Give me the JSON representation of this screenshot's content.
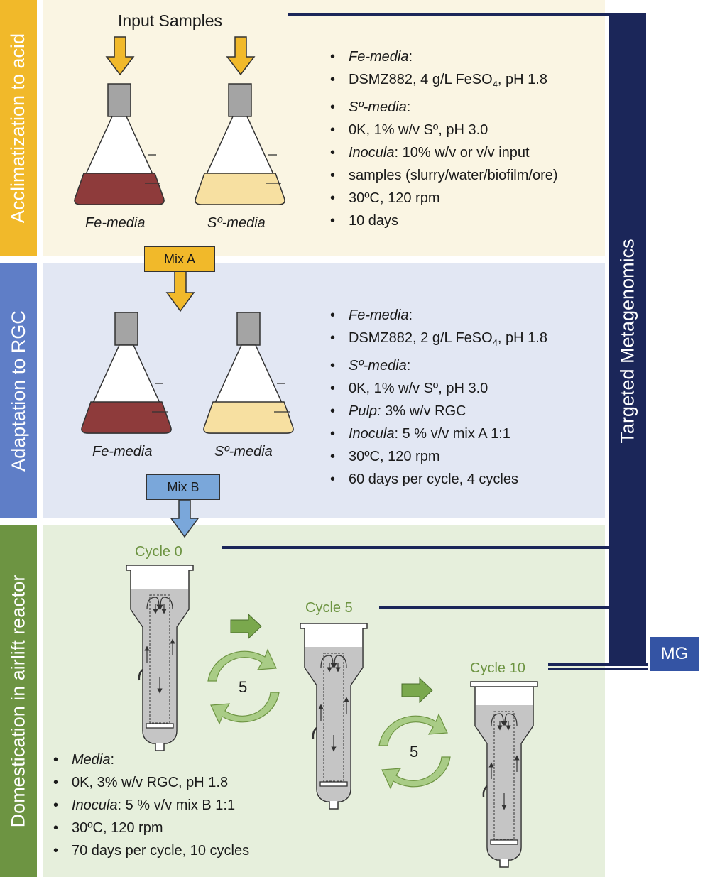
{
  "colors": {
    "acclimatization_bg": "#faf5e3",
    "acclimatization_side": "#f1b92a",
    "adaptation_bg": "#e2e7f3",
    "adaptation_side": "#5f7ec7",
    "domestication_bg": "#e6efdc",
    "domestication_side": "#6d9442",
    "navy": "#1b2659",
    "fe_media": "#8e3b3b",
    "s_media": "#f7e0a1",
    "flask_cap": "#a4a4a4",
    "arrow_yellow": "#f1b92a",
    "arrow_blue": "#7aa7da",
    "arrow_green": "#7aa84d",
    "cycle_text": "#6d9442"
  },
  "sections": {
    "acclimatization": {
      "title": "Acclimatization to acid"
    },
    "adaptation": {
      "title": "Adaptation to RGC"
    },
    "domestication": {
      "title": "Domestication in airlift reactor"
    }
  },
  "input_samples": "Input Samples",
  "acclimatization": {
    "flask_fe_label": "Fe-media",
    "flask_s_label": "Sº-media",
    "bullets": {
      "fe_media_term": "Fe-media",
      "fe_media_colon": ":",
      "fe_media_detail_a": "DSMZ882, 4 g/L FeSO",
      "fe_media_sub": "4",
      "fe_media_detail_b": ", pH 1.8",
      "s_media_term": "Sº-media",
      "s_media_colon": ":",
      "s_media_detail": "0K, 1% w/v Sº, pH 3.0",
      "inocula_term": "Inocula",
      "inocula_rest": ": 10% w/v or v/v input",
      "inocula_detail": "samples (slurry/water/biofilm/ore)",
      "conditions": "30ºC, 120 rpm",
      "duration": "10 days"
    }
  },
  "mix_a": "Mix A",
  "adaptation": {
    "flask_fe_label": "Fe-media",
    "flask_s_label": "Sº-media",
    "bullets": {
      "fe_media_term": "Fe-media",
      "fe_media_colon": ":",
      "fe_media_detail_a": "DSMZ882, 2 g/L FeSO",
      "fe_media_sub": "4",
      "fe_media_detail_b": ", pH 1.8",
      "s_media_term": "Sº-media",
      "s_media_colon": ":",
      "s_media_detail": "0K, 1% w/v Sº, pH 3.0",
      "pulp_term": "Pulp:",
      "pulp_rest": " 3% w/v RGC",
      "inocula_term": "Inocula",
      "inocula_rest": ": 5 % v/v mix A 1:1",
      "conditions": "30ºC, 120 rpm",
      "duration": "60 days per cycle, 4 cycles"
    }
  },
  "mix_b": "Mix B",
  "domestication": {
    "cycle_0": "Cycle 0",
    "cycle_5": "Cycle 5",
    "cycle_10": "Cycle 10",
    "loop_count_1": "5",
    "loop_count_2": "5",
    "bullets": {
      "media_term": "Media",
      "media_colon": ":",
      "media_detail": "0K, 3% w/v RGC, pH 1.8",
      "inocula_term": "Inocula",
      "inocula_rest": ": 5 % v/v mix B 1:1",
      "conditions": "30ºC, 120 rpm",
      "duration": "70 days per cycle, 10 cycles"
    }
  },
  "metagenomics": {
    "title": "Targeted Metagenomics",
    "badge": "MG"
  }
}
